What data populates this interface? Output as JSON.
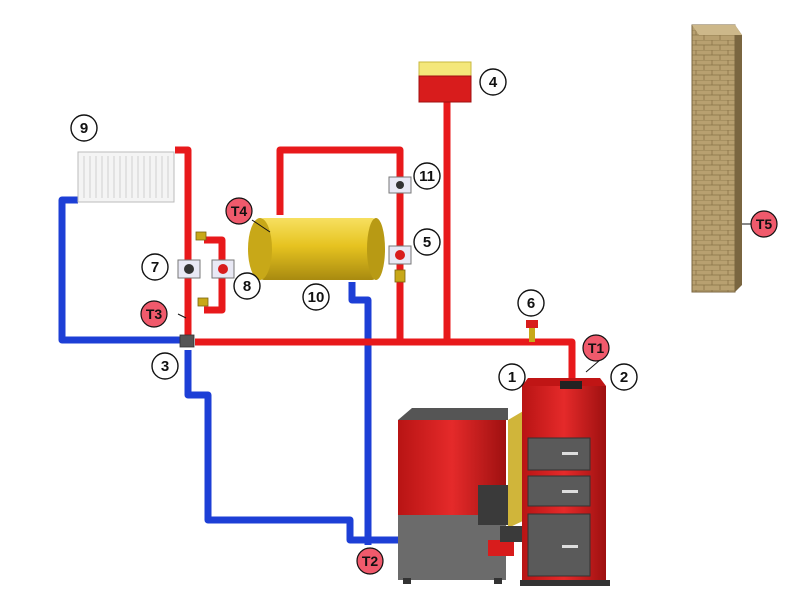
{
  "colors": {
    "hot_pipe": "#e8191b",
    "cold_pipe": "#1d3fd6",
    "sensor_fill": "#f05a6c",
    "boiler_red": "#d91c1c",
    "boiler_grey": "#6b6b6b",
    "tank_yellow": "#e6c320",
    "chimney_brick": "#b59a6a",
    "radiator": "#f2f2f2"
  },
  "callouts": [
    {
      "id": "c1",
      "text": "1"
    },
    {
      "id": "c2",
      "text": "2"
    },
    {
      "id": "c3",
      "text": "3"
    },
    {
      "id": "c4",
      "text": "4"
    },
    {
      "id": "c5",
      "text": "5"
    },
    {
      "id": "c6",
      "text": "6"
    },
    {
      "id": "c7",
      "text": "7"
    },
    {
      "id": "c8",
      "text": "8"
    },
    {
      "id": "c9",
      "text": "9"
    },
    {
      "id": "c10",
      "text": "10"
    },
    {
      "id": "c11",
      "text": "11"
    }
  ],
  "sensors": [
    {
      "id": "t1",
      "text": "T1"
    },
    {
      "id": "t2",
      "text": "T2"
    },
    {
      "id": "t3",
      "text": "T3"
    },
    {
      "id": "t4",
      "text": "T4"
    },
    {
      "id": "t5",
      "text": "T5"
    }
  ]
}
